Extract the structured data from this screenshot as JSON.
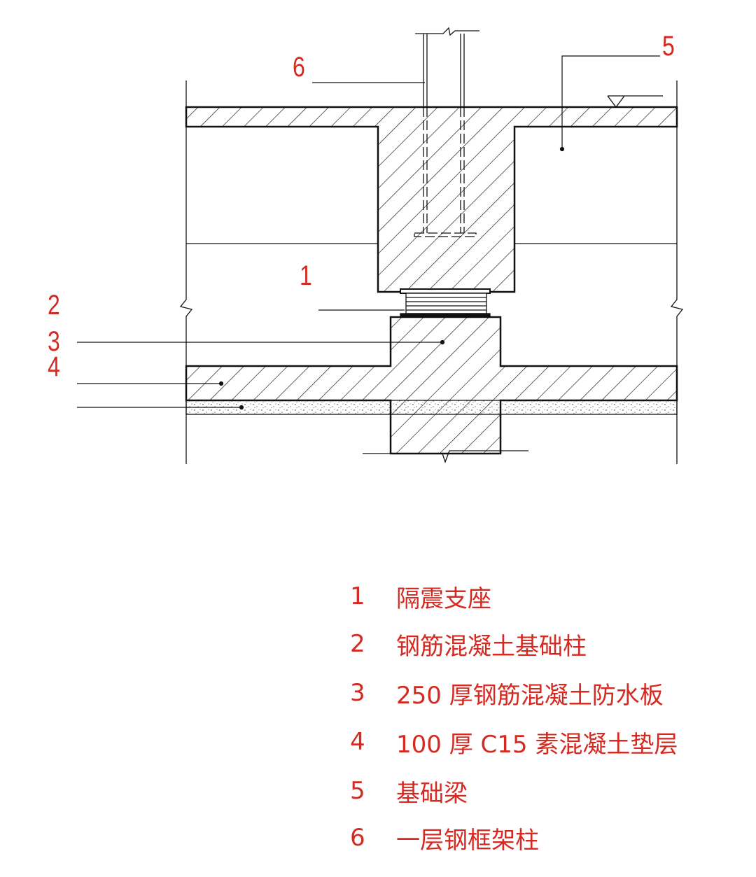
{
  "colors": {
    "annotation": "#d42a22",
    "line": "#111111"
  },
  "callouts": [
    "1",
    "2",
    "3",
    "4",
    "5",
    "6"
  ],
  "legend": [
    {
      "num": "1",
      "text": "隔震支座"
    },
    {
      "num": "2",
      "text": "钢筋混凝土基础柱"
    },
    {
      "num": "3",
      "text": "250 厚钢筋混凝土防水板"
    },
    {
      "num": "4",
      "text": "100 厚 C15 素混凝土垫层"
    },
    {
      "num": "5",
      "text": "基础梁"
    },
    {
      "num": "6",
      "text": "一层钢框架柱"
    }
  ]
}
